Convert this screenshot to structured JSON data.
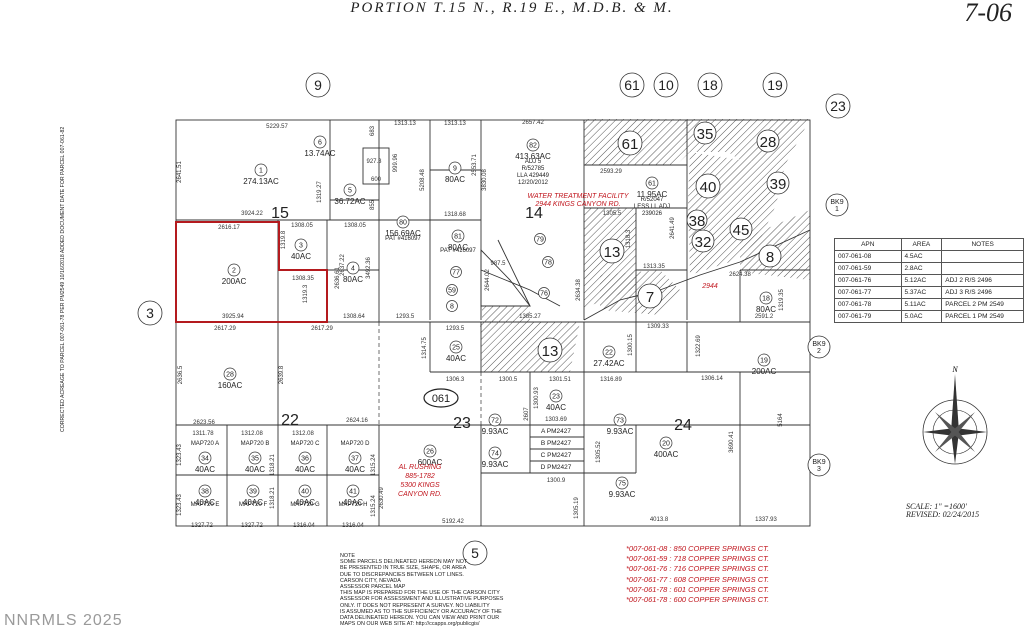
{
  "header": {
    "title": "PORTION T.15 N., R.19 E., M.D.B. & M.",
    "page_number": "7-06"
  },
  "sections": [
    "15",
    "14",
    "13",
    "22",
    "23",
    "24"
  ],
  "adjoining_pages": [
    "9",
    "61",
    "10",
    "18",
    "19",
    "23",
    "3",
    "5",
    "BK9 1",
    "BK9 2",
    "BK9 3"
  ],
  "book_label": "061",
  "parcels": [
    {
      "num": "1",
      "area": "274.13AC"
    },
    {
      "num": "6",
      "area": "13.74AC"
    },
    {
      "num": "5",
      "area": "36.72AC"
    },
    {
      "num": "2",
      "area": "200AC"
    },
    {
      "num": "3",
      "area": "40AC"
    },
    {
      "num": "4",
      "area": "80AC"
    },
    {
      "num": "80",
      "area": "156.69AC"
    },
    {
      "num": "9",
      "area": "80AC"
    },
    {
      "num": "81",
      "area": "80AC"
    },
    {
      "num": "82",
      "area": "413.63AC"
    },
    {
      "num": "61",
      "area": "11.95AC"
    },
    {
      "num": "18",
      "area": "80AC"
    },
    {
      "num": "28",
      "area": "160AC"
    },
    {
      "num": "25",
      "area": "40AC"
    },
    {
      "num": "22",
      "area": "27.42AC"
    },
    {
      "num": "19",
      "area": "200AC"
    },
    {
      "num": "23",
      "area": "40AC"
    },
    {
      "num": "72",
      "area": "9.93AC"
    },
    {
      "num": "73",
      "area": "9.93AC"
    },
    {
      "num": "74",
      "area": "9.93AC"
    },
    {
      "num": "75",
      "area": "9.93AC"
    },
    {
      "num": "20",
      "area": "400AC"
    },
    {
      "num": "26",
      "area": "600AC"
    },
    {
      "num": "34",
      "area": "40AC"
    },
    {
      "num": "35",
      "area": "40AC"
    },
    {
      "num": "36",
      "area": "40AC"
    },
    {
      "num": "37",
      "area": "40AC"
    },
    {
      "num": "38",
      "area": "40AC"
    },
    {
      "num": "39",
      "area": "40AC"
    },
    {
      "num": "40",
      "area": "40AC"
    },
    {
      "num": "41",
      "area": "40AC"
    }
  ],
  "hatched_parcels": [
    "61",
    "35",
    "28",
    "40",
    "39",
    "13",
    "38",
    "45",
    "32",
    "8",
    "7",
    "13"
  ],
  "small_parcels": [
    "79",
    "78",
    "77",
    "76",
    "59",
    "8"
  ],
  "dimensions": [
    "5229.57",
    "1313.13",
    "1313.13",
    "2657.42",
    "683",
    "927.3",
    "600",
    "999.96",
    "1319.27",
    "855",
    "5208.48",
    "3830.08",
    "2553.71",
    "2641.51",
    "3924.22",
    "1308.05",
    "1308.05",
    "1318.68",
    "2593.29",
    "2616.17",
    "1319.8",
    "1308.35",
    "2637.22",
    "3492.36",
    "2636.61",
    "987.5",
    "2644.02",
    "2634.38",
    "1305.5",
    "1318.3",
    "2641.49",
    "2624.38",
    "1313.35",
    "1319.3",
    "3925.94",
    "1308.64",
    "1293.5",
    "1385.27",
    "2591.2",
    "1319.35",
    "2617.29",
    "2617.29",
    "1293.5",
    "1309.33",
    "1322.69",
    "2636.5",
    "2639.8",
    "1314.75",
    "1300.15",
    "1306.3",
    "1300.5",
    "1301.51",
    "1316.89",
    "1306.14",
    "2623.56",
    "2624.16",
    "2607",
    "1300.93",
    "1303.69",
    "1311.78",
    "1312.08",
    "1312.08",
    "1305.52",
    "3690.41",
    "5164",
    "1323.43",
    "1318.21",
    "1315.24",
    "1300.9",
    "2630.49",
    "1323.43",
    "1318.21",
    "1315.24",
    "1327.72",
    "1327.72",
    "1316.04",
    "1316.04",
    "5192.42",
    "1305.19",
    "4013.8",
    "1337.93"
  ],
  "map_parcel_labels": [
    "MAP720 A",
    "MAP720 B",
    "MAP720 C",
    "MAP720 D",
    "MAP720 E",
    "MAP720 F",
    "MAP720 G",
    "MAP720 H"
  ],
  "pm_labels": [
    "A PM2427",
    "B PM2427",
    "C PM2427",
    "D PM2427"
  ],
  "annotations": {
    "adj5": "ADJ 5",
    "r52785": "R/52785",
    "lla": "LLA 429449",
    "date": "12/20/2012",
    "pat1": "PAT #416097",
    "pat2": "PAT #416097",
    "r52047": "R/52047",
    "less_ll_adj": "LESS LL ADJ",
    "doc239026": "239026",
    "addr2944": "2944",
    "water_line1": "WATER TREATMENT FACILITY",
    "water_line2": "2944 KINGS CANYON RD.",
    "rushing_line1": "AL RUSHING",
    "rushing_line2": "885-1782",
    "rushing_line3": "5300 KINGS",
    "rushing_line4": "CANYON RD."
  },
  "apn_table": {
    "headers": [
      "APN",
      "AREA",
      "NOTES"
    ],
    "rows": [
      [
        "007-061-08",
        "4.5AC",
        ""
      ],
      [
        "007-061-59",
        "2.8AC",
        ""
      ],
      [
        "007-061-76",
        "5.12AC",
        "ADJ 2 R/S 2496"
      ],
      [
        "007-061-77",
        "5.37AC",
        "ADJ 3 R/S 2496"
      ],
      [
        "007-061-78",
        "5.11AC",
        "PARCEL 2 PM 2549"
      ],
      [
        "007-061-79",
        "5.0AC",
        "PARCEL 1 PM 2549"
      ]
    ]
  },
  "addresses": [
    "*007-061-08 : 850 COPPER SPRINGS CT.",
    "*007-061-59 : 718 COPPER SPRINGS CT.",
    "*007-061-76 : 716 COPPER SPRINGS CT.",
    "*007-061-77 : 608 COPPER SPRINGS CT.",
    "*007-061-78 : 601 COPPER SPRINGS CT.",
    "*007-061-78 : 600 COPPER SPRINGS CT."
  ],
  "scale": {
    "scale_text": "SCALE: 1\" =1600'",
    "revised": "REVISED: 02/24/2015",
    "north": "N"
  },
  "notes": {
    "heading": "NOTE",
    "lines": [
      "SOME PARCELS DELINEATED HEREON MAY NOT",
      "BE PRESENTED IN TRUE SIZE, SHAPE, OR AREA",
      "DUE TO DISCREPANCIES BETWEEN LOT LINES.",
      "CARSON CITY, NEVADA",
      "ASSESSOR PARCEL MAP",
      "THIS MAP IS PREPARED FOR THE USE OF THE CARSON CITY",
      "ASSESSOR FOR ASSESSMENT AND ILLUSTRATIVE PURPOSES",
      "ONLY. IT DOES NOT REPRESENT A SURVEY.  NO LIABILITY",
      "IS ASSUMED AS TO THE SUFFICIENCY OR ACCURACY OF THE",
      "DATA DELINEATED HEREON.  YOU CAN VIEW AND PRINT OUR",
      "MAPS ON OUR WEB SITE AT: http://ccapps.org/publicgis/"
    ]
  },
  "side_note": "CORRECTED ACREAGE TO PARCEL 007-061-78 PER PM2549 10/16/2018 ADDED DOCUMENT DATE FOR PARCEL 007-061-82",
  "watermark": "NNRMLS 2025",
  "colors": {
    "ink": "#222222",
    "red_boundary": "#b41a1e",
    "address_red": "#c0141c",
    "hatch": "#555555"
  }
}
